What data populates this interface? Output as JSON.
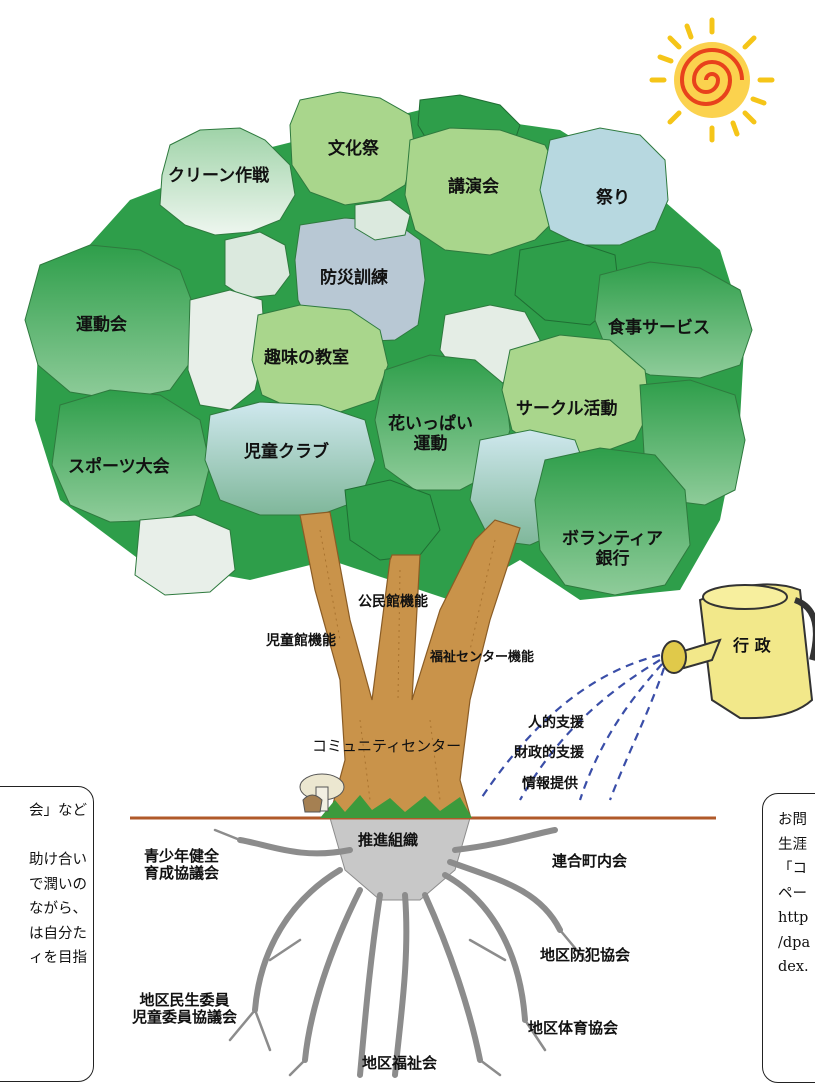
{
  "colors": {
    "leaf_dark": "#2e9e4a",
    "leaf_mid": "#5db872",
    "leaf_light": "#a8d7b0",
    "leaf_pale": "#dbe9de",
    "leaf_blue": "#b7d8e0",
    "trunk": "#c9934a",
    "root": "#bfbfbf",
    "ground": "#b05a2a",
    "sun": "#f5a623",
    "can": "#f2e88a",
    "water": "#3a4ea8"
  },
  "icons": [
    "sun-icon",
    "watering-can-icon",
    "mushroom-icon",
    "water-spray-icon"
  ],
  "leaves": {
    "bunkasai": "文化祭",
    "cleanup": "クリーン作戦",
    "kouenkai": "講演会",
    "matsuri": "祭り",
    "bousai": "防災訓練",
    "undoukai": "運動会",
    "shokuji": "食事サービス",
    "shumi": "趣味の教室",
    "hana_line1": "花いっぱい",
    "hana_line2": "運動",
    "circle": "サークル活動",
    "sports": "スポーツ大会",
    "jidou_club": "児童クラブ",
    "volunteer_line1": "ボランティア",
    "volunteer_line2": "銀行"
  },
  "trunks": {
    "kouminkan": "公民館機能",
    "jidoukan": "児童館機能",
    "fukushi": "福祉センター機能",
    "community_center": "コミュニティセンター"
  },
  "watering_can": {
    "label": "行 政",
    "support": [
      "人的支援",
      "財政的支援",
      "情報提供"
    ]
  },
  "roots": {
    "suishin": "推進組織",
    "seishonen_line1": "青少年健全",
    "seishonen_line2": "育成協議会",
    "rengo": "連合町内会",
    "bouhan": "地区防犯協会",
    "minsei_line1": "地区民生委員",
    "minsei_line2": "児童委員協議会",
    "fukushikai": "地区福祉会",
    "taiiku": "地区体育協会"
  },
  "left_note": [
    "会」など",
    "",
    "助け合い",
    "で潤いの",
    "ながら、",
    "は自分た",
    "ィを目指"
  ],
  "right_note": [
    "お問",
    "生涯",
    "「コ",
    "ペー",
    "http",
    "/dpa",
    "dex."
  ]
}
